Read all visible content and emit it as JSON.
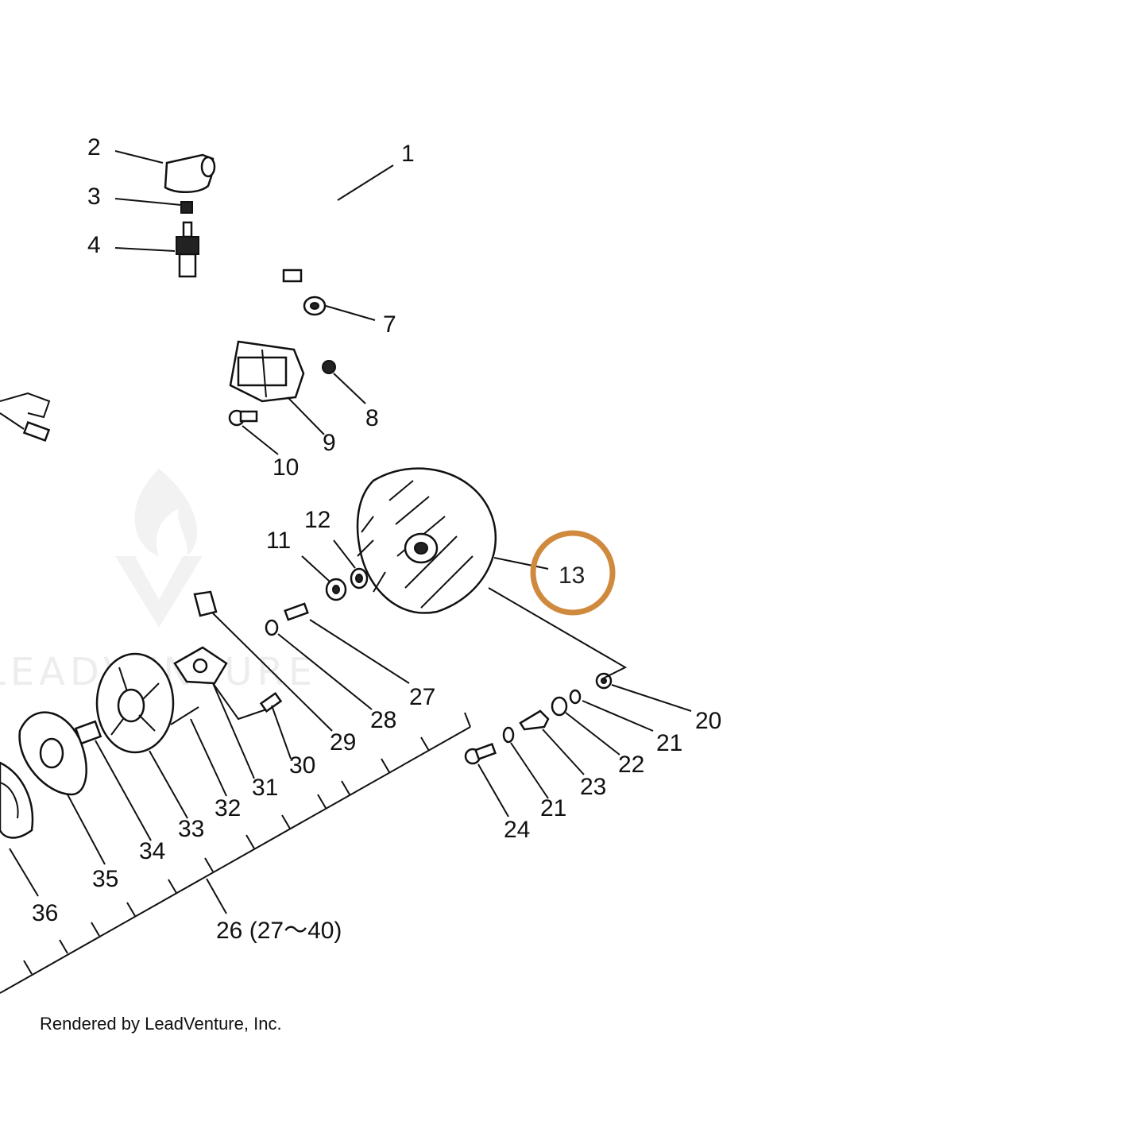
{
  "diagram": {
    "highlight_color": "#d08a3e",
    "highlighted_part": "13",
    "labels": [
      "1",
      "2",
      "3",
      "4",
      "7",
      "8",
      "9",
      "10",
      "11",
      "12",
      "13",
      "20",
      "21",
      "21",
      "22",
      "23",
      "24",
      "26 (27～40)",
      "27",
      "28",
      "29",
      "30",
      "31",
      "32",
      "33",
      "34",
      "35",
      "36"
    ],
    "watermark": "LEADVENTURE",
    "credit": "Rendered by LeadVenture, Inc."
  }
}
